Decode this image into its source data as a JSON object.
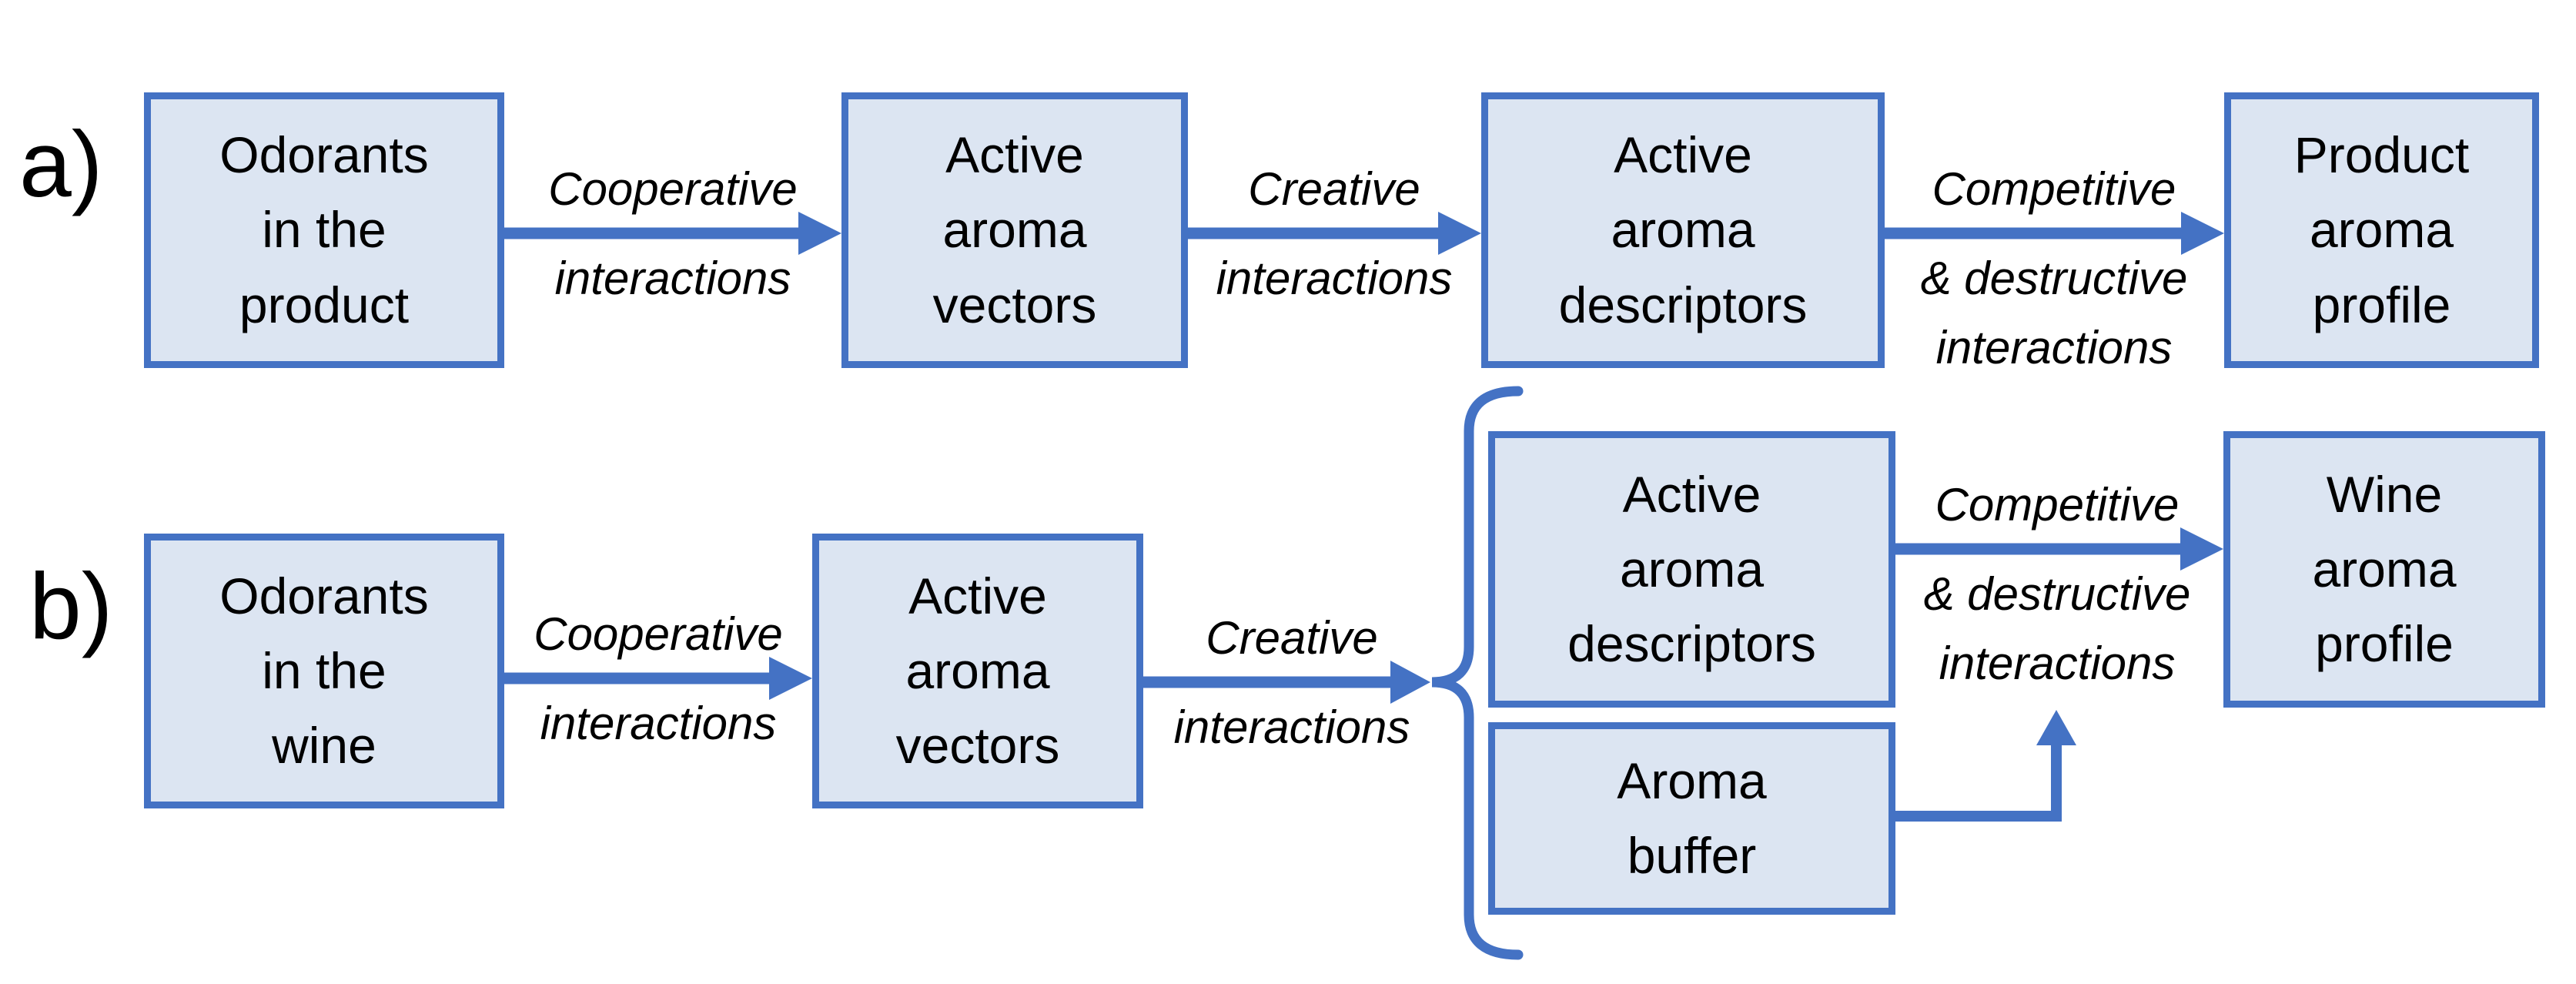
{
  "colors": {
    "box_fill": "#DCE5F2",
    "box_border": "#4472C4",
    "arrow": "#4472C4",
    "text": "#000000"
  },
  "panel_a": {
    "label": "a)",
    "boxes": {
      "odorants": "Odorants\nin the\nproduct",
      "vectors": "Active\naroma\nvectors",
      "descriptors": "Active\naroma\ndescriptors",
      "profile": "Product\naroma\nprofile"
    },
    "arrows": {
      "cooperative": {
        "top": "Cooperative",
        "bottom": "interactions"
      },
      "creative": {
        "top": "Creative",
        "bottom": "interactions"
      },
      "competitive": {
        "top": "Competitive",
        "bottom": "& destructive\ninteractions"
      }
    }
  },
  "panel_b": {
    "label": "b)",
    "boxes": {
      "odorants": "Odorants\nin the\nwine",
      "vectors": "Active\naroma\nvectors",
      "descriptors": "Active\naroma\ndescriptors",
      "buffer": "Aroma\nbuffer",
      "profile": "Wine\naroma\nprofile"
    },
    "arrows": {
      "cooperative": {
        "top": "Cooperative",
        "bottom": "interactions"
      },
      "creative": {
        "top": "Creative",
        "bottom": "interactions"
      },
      "competitive": {
        "top": "Competitive",
        "bottom": "& destructive\ninteractions"
      }
    }
  }
}
